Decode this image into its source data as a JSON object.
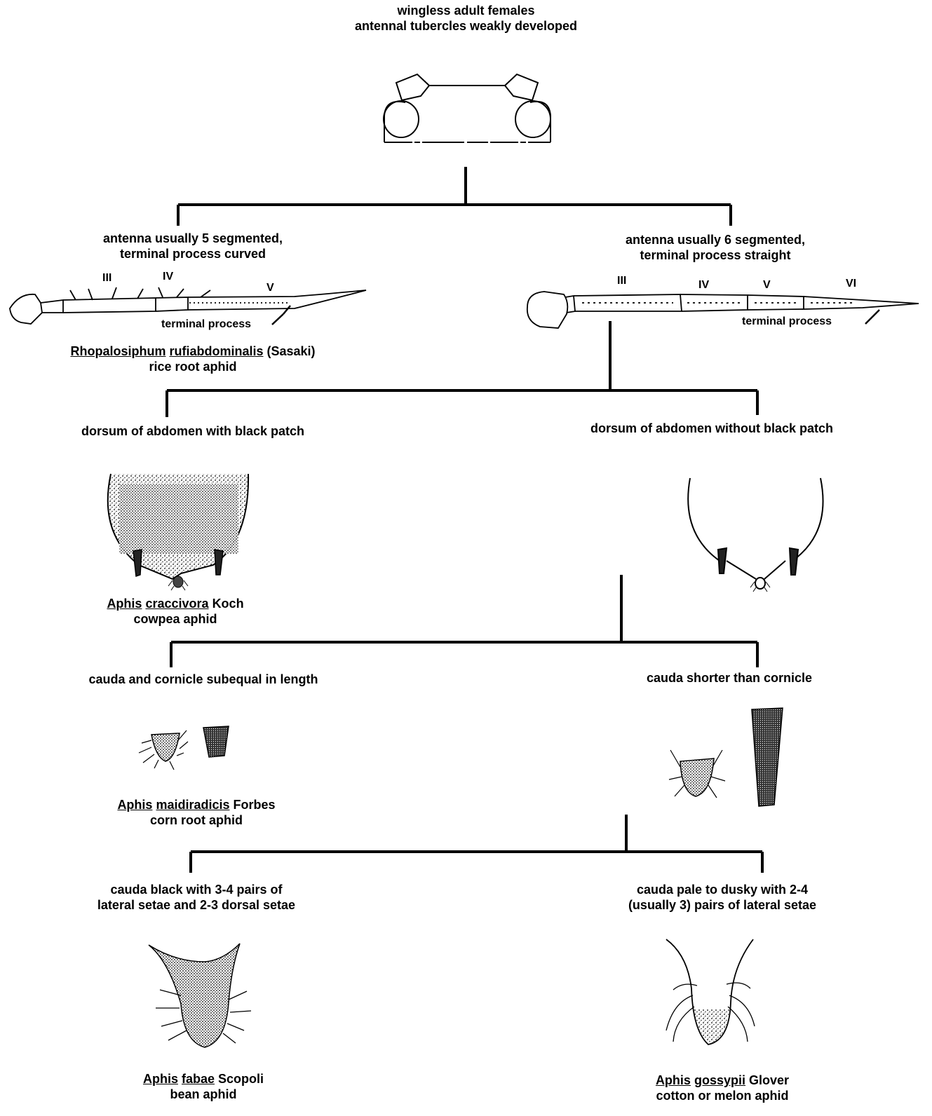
{
  "root": {
    "line1": "wingless adult females",
    "line2": "antennal tubercles weakly developed"
  },
  "couplet1": {
    "left": {
      "line1": "antenna usually 5 segmented,",
      "line2": "terminal process curved"
    },
    "right": {
      "line1": "antenna usually 6 segmented,",
      "line2": "terminal process straight"
    },
    "left_antenna_labels": [
      "III",
      "IV",
      "V"
    ],
    "right_antenna_labels": [
      "III",
      "IV",
      "V",
      "VI"
    ],
    "terminal_process_label": "terminal process",
    "left_species": {
      "genus": "Rhopalosiphum",
      "species": "rufiabdominalis",
      "author": "(Sasaki)",
      "common": "rice root aphid"
    }
  },
  "couplet2": {
    "left": "dorsum of abdomen with black patch",
    "right": "dorsum of abdomen without black patch",
    "left_species": {
      "genus": "Aphis",
      "species": "craccivora",
      "author": "Koch",
      "common": "cowpea aphid"
    }
  },
  "couplet3": {
    "left": "cauda and cornicle subequal in length",
    "right": "cauda shorter than cornicle",
    "left_species": {
      "genus": "Aphis",
      "species": "maidiradicis",
      "author": "Forbes",
      "common": "corn root aphid"
    }
  },
  "couplet4": {
    "left": {
      "line1": "cauda black with 3-4 pairs of",
      "line2": "lateral setae and 2-3 dorsal setae"
    },
    "right": {
      "line1": "cauda pale to dusky with 2-4",
      "line2": "(usually 3) pairs of lateral setae"
    },
    "left_species": {
      "genus": "Aphis",
      "species": "fabae",
      "author": "Scopoli",
      "common": "bean aphid"
    },
    "right_species": {
      "genus": "Aphis",
      "species": "gossypii",
      "author": "Glover",
      "common": "cotton or melon aphid"
    }
  }
}
